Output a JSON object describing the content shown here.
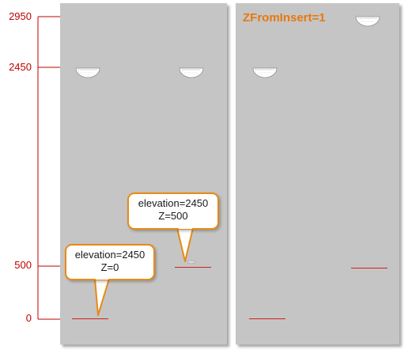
{
  "scale": {
    "ticks": [
      {
        "label": "2950"
      },
      {
        "label": "2450"
      },
      {
        "label": "500"
      },
      {
        "label": "0"
      }
    ]
  },
  "right_panel": {
    "title": "ZFromInsert=1"
  },
  "callouts": {
    "lower": {
      "line1": "elevation=2450",
      "line2": "Z=0"
    },
    "upper": {
      "line1": "elevation=2450",
      "line2": "Z=500"
    }
  },
  "colors": {
    "scale_red": "#c00000",
    "callout_border": "#e88a14",
    "title_orange": "#e8780e",
    "panel_gray": "#c5c5c5"
  },
  "icons": [
    "light-fixture-icon"
  ]
}
